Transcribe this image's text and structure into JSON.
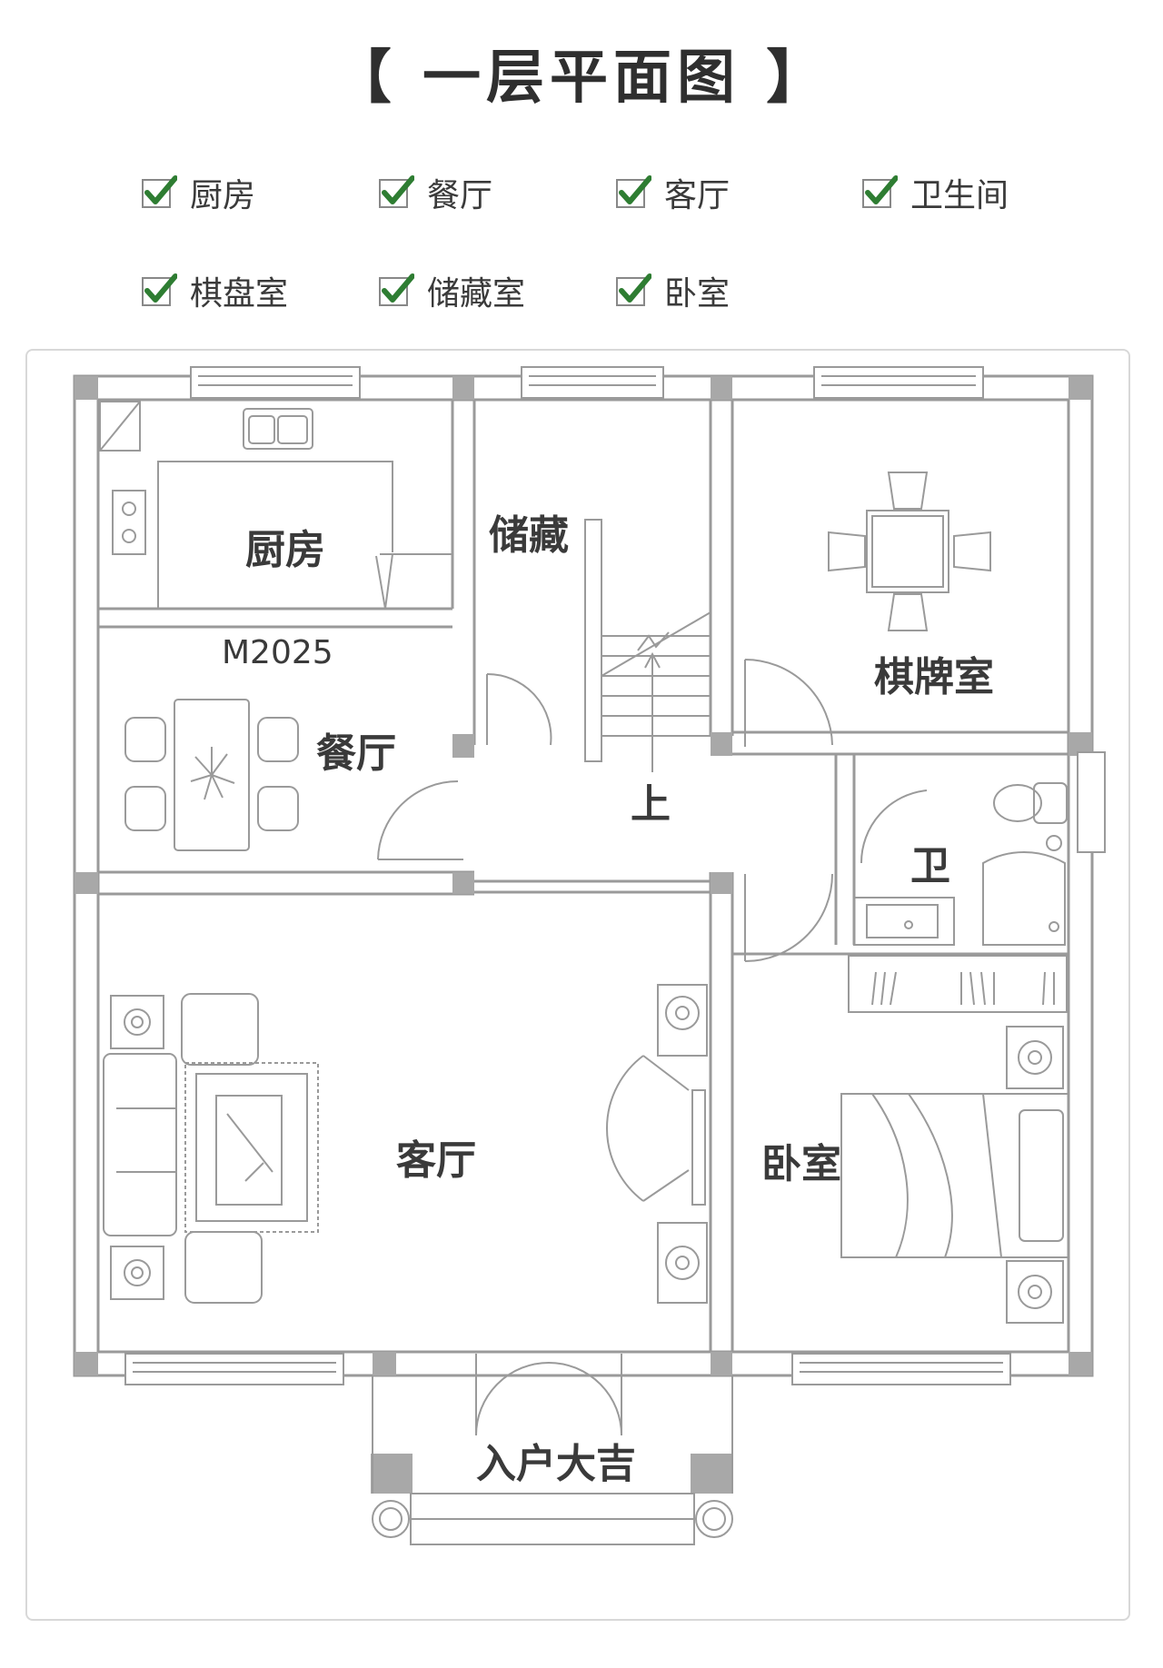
{
  "title": "【 一层平面图 】",
  "legend": [
    {
      "label": "厨房"
    },
    {
      "label": "餐厅"
    },
    {
      "label": "客厅"
    },
    {
      "label": "卫生间"
    },
    {
      "label": "棋盘室"
    },
    {
      "label": "储藏室"
    },
    {
      "label": "卧室"
    }
  ],
  "plan": {
    "rooms": {
      "kitchen": "厨房",
      "storage": "储藏",
      "cards": "棋牌室",
      "dining": "餐厅",
      "stairs": "上",
      "bath": "卫",
      "living": "客厅",
      "bedroom": "卧室",
      "entry": "入户大吉"
    },
    "door_code": "M2025"
  },
  "colors": {
    "check_green": "#2e7d32",
    "wall": "#9a9a9a",
    "column": "#a8a8a8"
  }
}
